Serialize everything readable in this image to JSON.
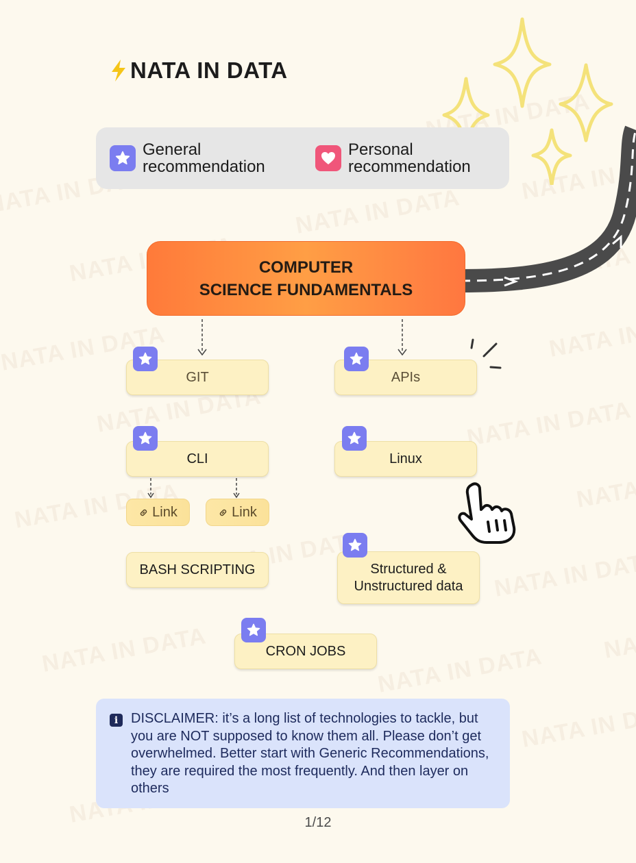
{
  "brand": {
    "title": "NATA IN DATA",
    "bolt_color": "#f5c518"
  },
  "watermark_text": "NATA IN DATA",
  "legend": {
    "general": {
      "label_line1": "General",
      "label_line2": "recommendation",
      "color": "#7b7df0",
      "icon": "star-icon"
    },
    "personal": {
      "label_line1": "Personal",
      "label_line2": "recommendation",
      "color": "#f0567a",
      "icon": "heart-icon"
    }
  },
  "root": {
    "line1": "COMPUTER",
    "line2": "SCIENCE FUNDAMENTALS"
  },
  "nodes": {
    "git": "GIT",
    "apis": "APIs",
    "cli": "CLI",
    "linux": "Linux",
    "link1": "Link",
    "link2": "Link",
    "bash": "BASH SCRIPTING",
    "structured_line1": "Structured &",
    "structured_line2": "Unstructured data",
    "cron": "CRON JOBS"
  },
  "disclaimer": {
    "icon": "info-icon",
    "text": "DISCLAIMER: it’s a long list of technologies to tackle, but you are NOT supposed to know them all. Please don’t get overwhelmed. Better start with Generic Recommendations, they are required the most frequently. And then layer on others"
  },
  "pager": "1/12"
}
